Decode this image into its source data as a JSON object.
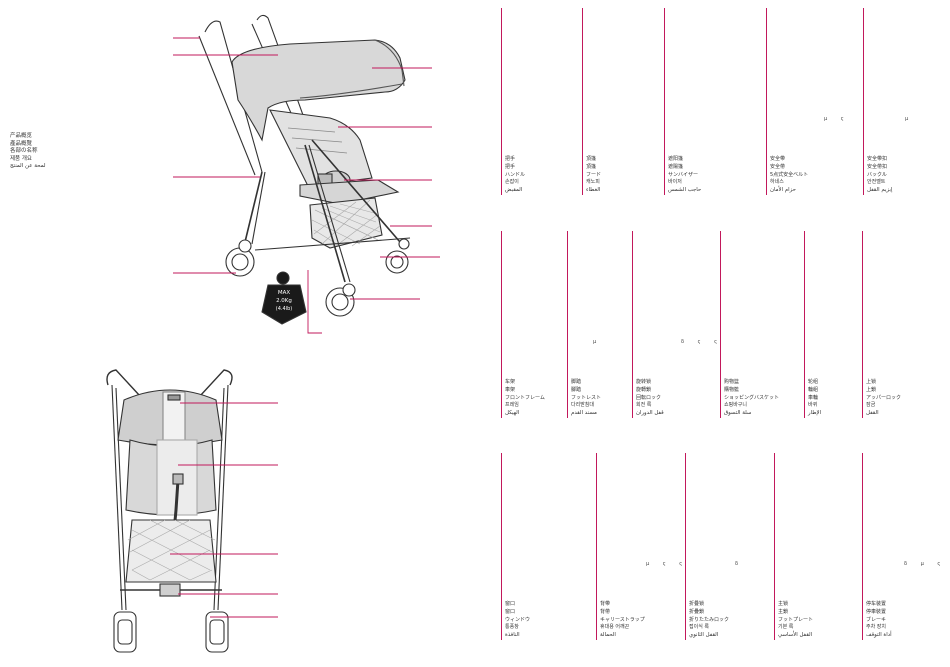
{
  "title_lines": [
    "产品概览",
    "產品概覽",
    "各部の名称",
    "제품 개요",
    "لمحة عن المنتج"
  ],
  "weight_badge": {
    "line1": "MAX",
    "line2": "2.0Kg",
    "line3": "(4.4lb)"
  },
  "colors": {
    "accent": "#c2185b",
    "stroke": "#333333",
    "fabric": "#d8d8d8",
    "fabric_dark": "#a9a9a9"
  },
  "cells": [
    {
      "id": "handle",
      "marks": "",
      "labels": [
        "把手",
        "把手",
        "ハンドル",
        "손잡이",
        "المقبض"
      ]
    },
    {
      "id": "hood",
      "marks": "",
      "labels": [
        "頂篷",
        "頂篷",
        "フード",
        "캐노피",
        "الغطاء"
      ]
    },
    {
      "id": "sun-visor",
      "marks": "",
      "labels": [
        "遮阳篷",
        "遮陽篷",
        "サンバイザー",
        "바이저",
        "حاجب الشمس"
      ]
    },
    {
      "id": "safety-harness",
      "marks": "μ  ς",
      "labels": [
        "安全带",
        "安全帶",
        "5点式安全ベルト",
        "하네스",
        "حزام الأمان"
      ]
    },
    {
      "id": "buckle",
      "marks": "μ",
      "labels": [
        "安全带扣",
        "安全帶扣",
        "バックル",
        "안전벨트",
        "إبزيم القفل"
      ]
    },
    {
      "id": "front-frame",
      "marks": "",
      "labels": [
        "车架",
        "車架",
        "フロントフレーム",
        "프레임",
        "الهيكل"
      ]
    },
    {
      "id": "footrest",
      "marks": "μ",
      "labels": [
        "脚踏",
        "腳踏",
        "フットレスト",
        "다리받침대",
        "مسند القدم"
      ]
    },
    {
      "id": "swivel-lock",
      "marks": "δ  ς  ς",
      "labels": [
        "旋转锁",
        "旋轉鎖",
        "回転ロック",
        "회전 록",
        "قفل الدوران"
      ]
    },
    {
      "id": "shopping-basket",
      "marks": "",
      "labels": [
        "购物篮",
        "購物籃",
        "ショッピングバスケット",
        "쇼핑바구니",
        "سلة التسوق"
      ]
    },
    {
      "id": "wheels",
      "marks": "",
      "labels": [
        "轮组",
        "輪組",
        "車輪",
        "바퀴",
        "الإطار"
      ]
    },
    {
      "id": "fold-lock",
      "marks": "",
      "labels": [
        "上锁",
        "上鎖",
        "アッパーロック",
        "잠금",
        "القفل"
      ]
    },
    {
      "id": "window",
      "marks": "",
      "labels": [
        "窗口",
        "窗口",
        "ウィンドウ",
        "통풍창",
        "النافذة"
      ]
    },
    {
      "id": "carry-strap",
      "marks": "μ  ς  ς",
      "labels": [
        "背带",
        "背帶",
        "キャリーストラップ",
        "휴대용 어깨끈",
        "الحمالة"
      ]
    },
    {
      "id": "fold-latch",
      "marks": "δ",
      "labels": [
        "折叠锁",
        "折疊鎖",
        "折りたたみロック",
        "접이식 록",
        "القفل الثانوي"
      ]
    },
    {
      "id": "footplate",
      "marks": "",
      "labels": [
        "主锁",
        "主鎖",
        "フットプレート",
        "기본 록",
        "القفل الأساسي"
      ]
    },
    {
      "id": "brake",
      "marks": "δ  μ  ς",
      "labels": [
        "停车装置",
        "停車裝置",
        "ブレーキ",
        "주차 장치",
        "أداة التوقف"
      ]
    }
  ]
}
